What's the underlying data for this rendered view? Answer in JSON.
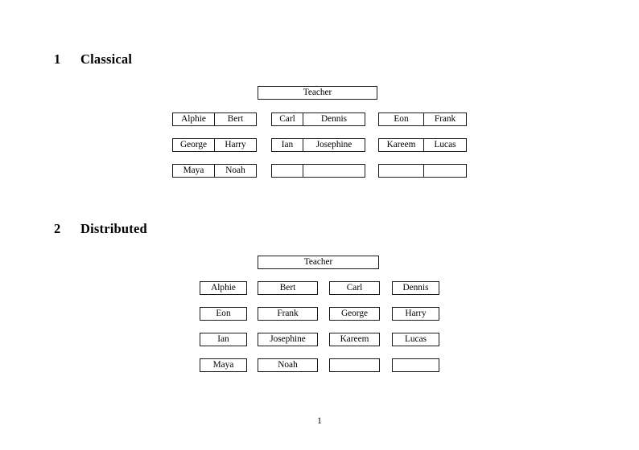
{
  "document": {
    "page_number": "1"
  },
  "sections": [
    {
      "number": "1",
      "title": "Classical",
      "teacher_label": "Teacher",
      "layout": "three-groups-of-two-columns",
      "groups": [
        {
          "name": "left",
          "rows": [
            [
              "Alphie",
              "Bert"
            ],
            [
              "George",
              "Harry"
            ],
            [
              "Maya",
              "Noah"
            ]
          ]
        },
        {
          "name": "middle",
          "rows": [
            [
              "Carl",
              "Dennis"
            ],
            [
              "Ian",
              "Josephine"
            ],
            [
              "",
              ""
            ]
          ]
        },
        {
          "name": "right",
          "rows": [
            [
              "Eon",
              "Frank"
            ],
            [
              "Kareem",
              "Lucas"
            ],
            [
              "",
              ""
            ]
          ]
        }
      ]
    },
    {
      "number": "2",
      "title": "Distributed",
      "teacher_label": "Teacher",
      "layout": "four-separate-columns",
      "rows": [
        [
          "Alphie",
          "Bert",
          "Carl",
          "Dennis"
        ],
        [
          "Eon",
          "Frank",
          "George",
          "Harry"
        ],
        [
          "Ian",
          "Josephine",
          "Kareem",
          "Lucas"
        ],
        [
          "Maya",
          "Noah",
          "",
          ""
        ]
      ]
    }
  ],
  "colors": {
    "page_background": "#ffffff",
    "text": "#000000",
    "cell_border": "#1a1a1a"
  }
}
